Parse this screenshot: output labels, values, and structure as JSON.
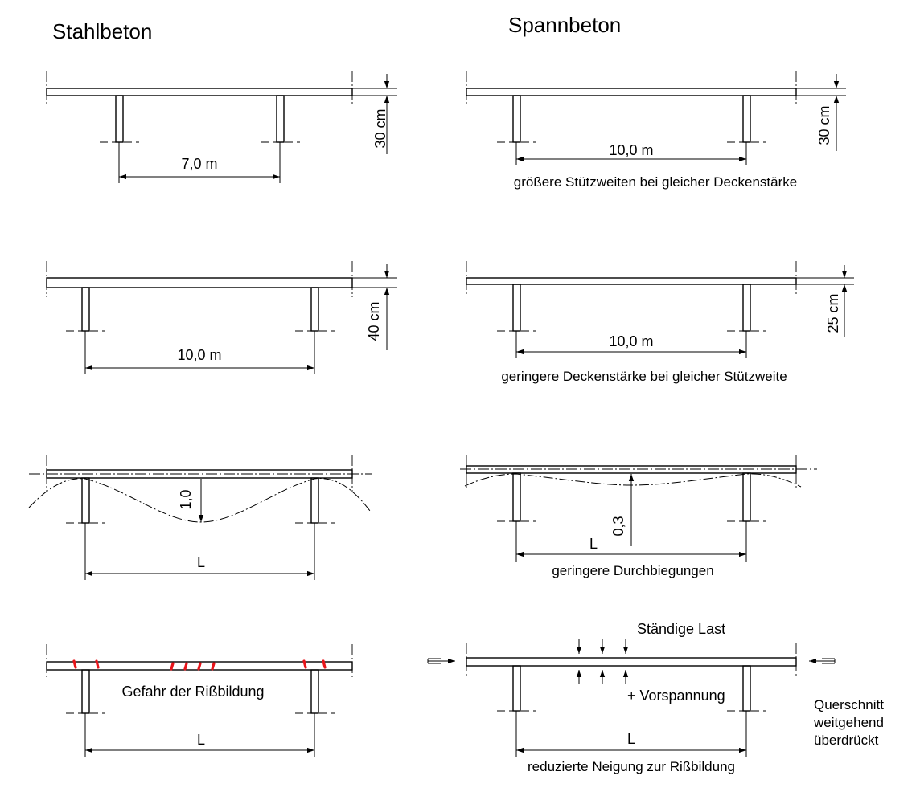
{
  "headings": {
    "left": "Stahlbeton",
    "right": "Spannbeton"
  },
  "row1": {
    "left_span": "7,0 m",
    "left_thickness": "30 cm",
    "right_span": "10,0 m",
    "right_thickness": "30 cm",
    "caption": "größere Stützweiten bei gleicher Deckenstärke"
  },
  "row2": {
    "left_span": "10,0 m",
    "left_thickness": "40 cm",
    "right_span": "10,0 m",
    "right_thickness": "25 cm",
    "caption": "geringere Deckenstärke bei gleicher Stützweite"
  },
  "row3": {
    "left_deflection": "1,0",
    "left_span": "L",
    "right_deflection": "0,3",
    "right_span": "L",
    "caption": "geringere Durchbiegungen"
  },
  "row4": {
    "left_note": "Gefahr der Rißbildung",
    "left_span": "L",
    "load_label": "Ständige Last",
    "prestress_label": "+ Vorspannung",
    "right_span": "L",
    "caption": "reduzierte Neigung zur Rißbildung",
    "side_note": [
      "Querschnitt",
      "weitgehend",
      "überdrückt"
    ]
  },
  "colors": {
    "lines": "#000000",
    "cracks": "#e8141a"
  }
}
